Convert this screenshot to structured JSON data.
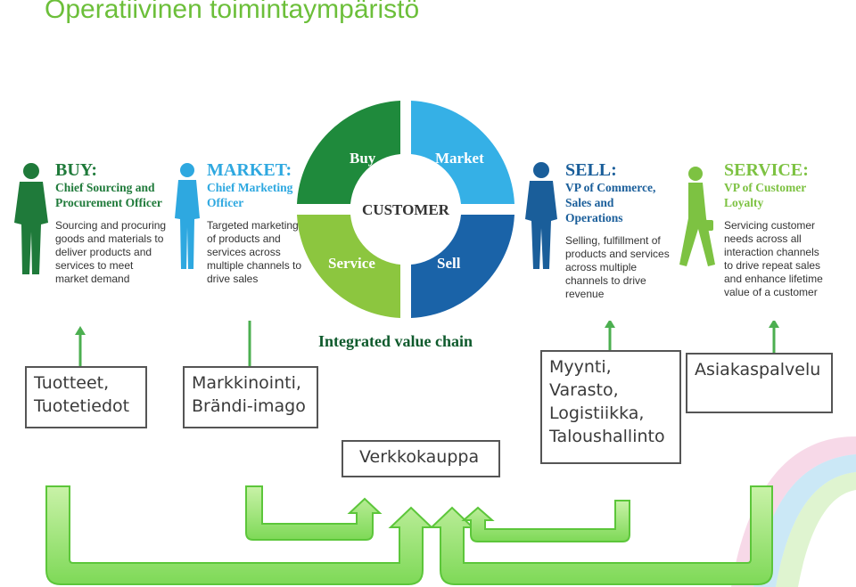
{
  "title": "Operatiivinen toimintaympäristö",
  "wheel": {
    "center": "CUSTOMER",
    "segments": {
      "buy": "Buy",
      "market": "Market",
      "service": "Service",
      "sell": "Sell"
    },
    "caption": "Integrated value chain"
  },
  "roles": {
    "buy": {
      "head": "BUY:",
      "sub": "Chief Sourcing and Procurement Officer",
      "desc": "Sourcing and procuring goods and materials to deliver products and services to meet market demand",
      "color": "#1f7a3a"
    },
    "market": {
      "head": "MARKET:",
      "sub": "Chief Marketing Officer",
      "desc": "Targeted marketing of products and services across multiple channels to drive sales",
      "color": "#2ea8e0"
    },
    "sell": {
      "head": "SELL:",
      "sub": "VP of Commerce, Sales and Operations",
      "desc": "Selling, fulfillment of products and services across multiple channels to drive revenue",
      "color": "#1a5e9a"
    },
    "service": {
      "head": "SERVICE:",
      "sub": "VP of Customer Loyalty",
      "desc": "Servicing customer needs across all interaction channels to drive repeat sales and enhance lifetime value of a customer",
      "color": "#7dc242"
    }
  },
  "boxes": {
    "products": "Tuotteet, Tuotetiedot",
    "marketing": "Markkinointi, Brändi-imago",
    "webshop": "Verkkokauppa",
    "sales": "Myynti, Varasto, Logistiikka, Taloushallinto",
    "support": "Asiakaspalvelu"
  },
  "colors": {
    "dark_green": "#1f8a3c",
    "light_blue": "#35b0e6",
    "light_green": "#8cc63f",
    "dark_blue": "#1a63a8",
    "arrow_green": "#6fcf4a",
    "arrow_fill": "#9ee07a"
  }
}
